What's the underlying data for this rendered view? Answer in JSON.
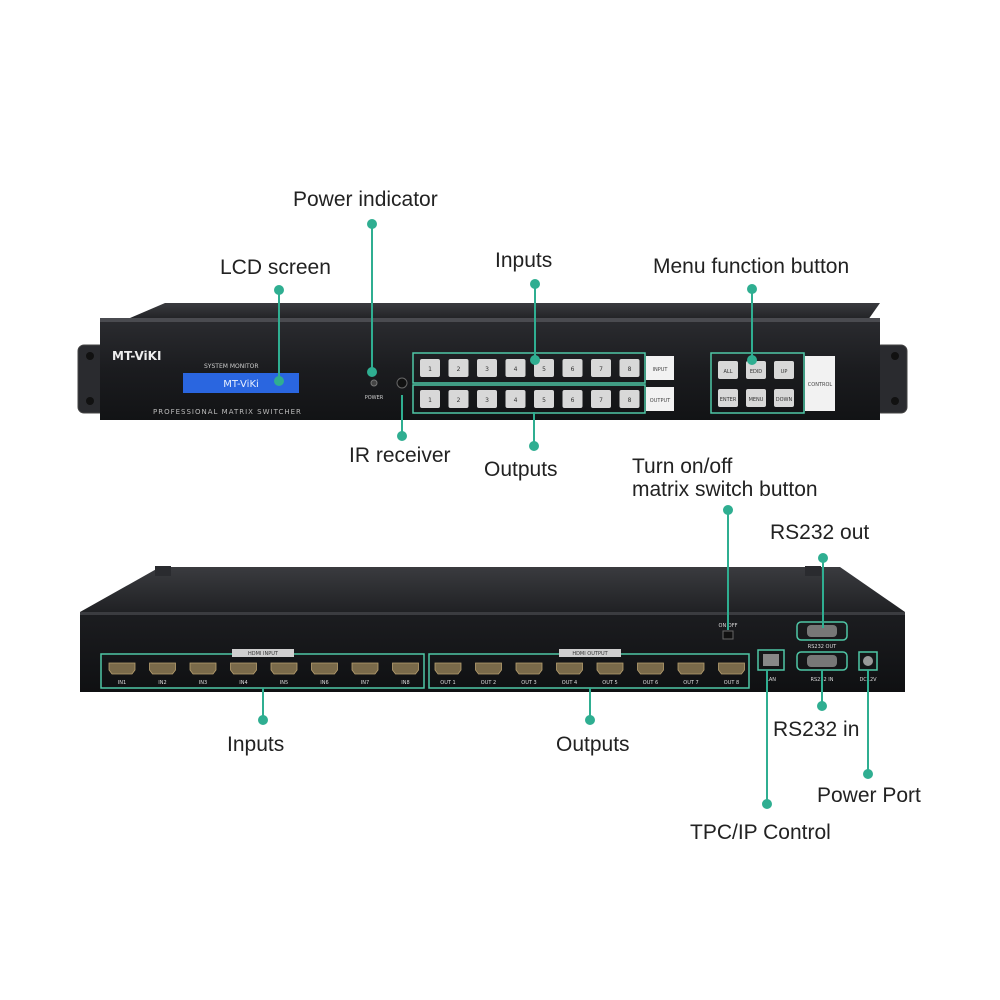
{
  "colors": {
    "leader": "#2fae91",
    "chassis": "#1e1f22",
    "chassis_edge": "#3a3c40",
    "lcd": "#2a66e0",
    "button": "#d8d8d8",
    "port_outline": "#4fc7a6"
  },
  "callouts": {
    "power_indicator": "Power indicator",
    "lcd_screen": "LCD screen",
    "inputs_front": "Inputs",
    "menu_function": "Menu function button",
    "ir_receiver": "IR receiver",
    "outputs_front": "Outputs",
    "turn_on_off_line1": "Turn on/off",
    "turn_on_off_line2": "matrix switch button",
    "rs232_out": "RS232 out",
    "inputs_rear": "Inputs",
    "outputs_rear": "Outputs",
    "rs232_in": "RS232 in",
    "power_port": "Power Port",
    "tpc_ip_control": "TPC/IP Control"
  },
  "front_panel": {
    "brand": "MT-ViKI",
    "system_monitor": "SYSTEM MONITOR",
    "lcd_text": "MT-ViKi",
    "model_caption": "PROFESSIONAL MATRIX SWITCHER",
    "power_label": "POWER",
    "input_label": "INPUT",
    "output_label": "OUTPUT",
    "control_label": "CONTROL",
    "input_buttons": [
      "1",
      "2",
      "3",
      "4",
      "5",
      "6",
      "7",
      "8"
    ],
    "output_buttons": [
      "1",
      "2",
      "3",
      "4",
      "5",
      "6",
      "7",
      "8"
    ],
    "menu_buttons_top": [
      "ALL",
      "EDID",
      "UP"
    ],
    "menu_buttons_bottom": [
      "ENTER",
      "MENU",
      "DOWN"
    ]
  },
  "rear_panel": {
    "hdmi_input_title": "HDMI INPUT",
    "hdmi_output_title": "HDMI OUTPUT",
    "inputs": [
      "IN1",
      "IN2",
      "IN3",
      "IN4",
      "IN5",
      "IN6",
      "IN7",
      "IN8"
    ],
    "outputs": [
      "OUT 1",
      "OUT 2",
      "OUT 3",
      "OUT 4",
      "OUT 5",
      "OUT 6",
      "OUT 7",
      "OUT 8"
    ],
    "onoff_label": "ON OFF",
    "lan_label": "LAN",
    "rs232_out_label": "RS232 OUT",
    "rs232_in_label": "RS232 IN",
    "dc_label": "DC12V"
  }
}
